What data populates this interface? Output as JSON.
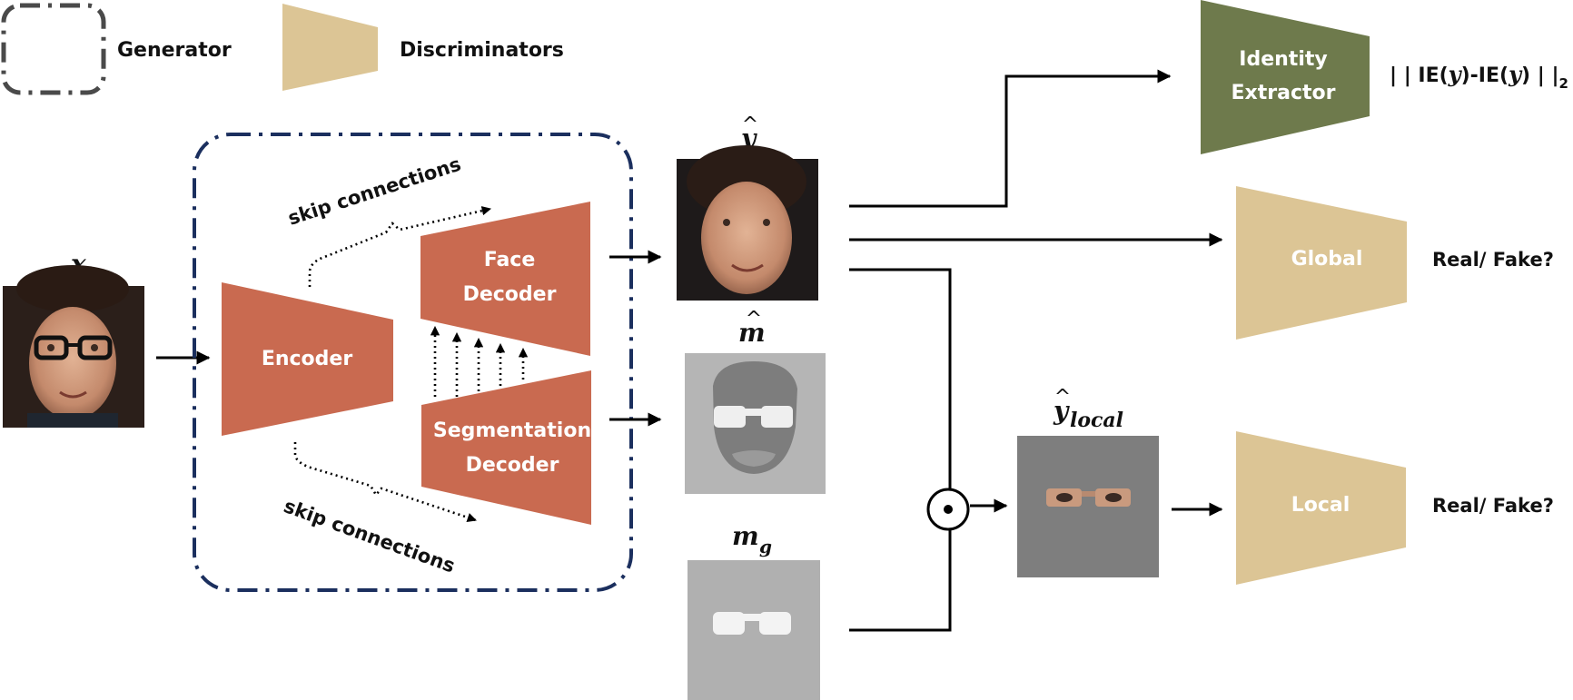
{
  "legend": {
    "generator": "Generator",
    "discriminators": "Discriminators"
  },
  "generator": {
    "encoder": "Encoder",
    "face_decoder": [
      "Face",
      "Decoder"
    ],
    "segmentation_decoder": [
      "Segmentation",
      "Decoder"
    ],
    "skip_top": "skip connections",
    "skip_bottom": "skip connections"
  },
  "symbols": {
    "input": "x",
    "output": "y",
    "mask_pred": "m",
    "mask_gt": "m",
    "mask_gt_sub": "g",
    "local": "y",
    "local_sub": "local"
  },
  "identity_extractor": [
    "Identity",
    "Extractor"
  ],
  "identity_loss": {
    "prefix": "| | IE(",
    "y1": "y",
    "mid": ")-IE(",
    "y2": "y",
    "suffix": ") | |",
    "subscript": "2"
  },
  "discriminators": {
    "global": "Global",
    "local": "Local"
  },
  "outputs": {
    "global": "Real/ Fake?",
    "local": "Real/ Fake?"
  },
  "operator": "⊙",
  "colors": {
    "generator_block": "#c96a50",
    "discriminator": "#dcc595",
    "identity_extractor": "#6e7a4c",
    "generator_border": "#1b2f5e",
    "legend_border": "#4a4a4a"
  }
}
